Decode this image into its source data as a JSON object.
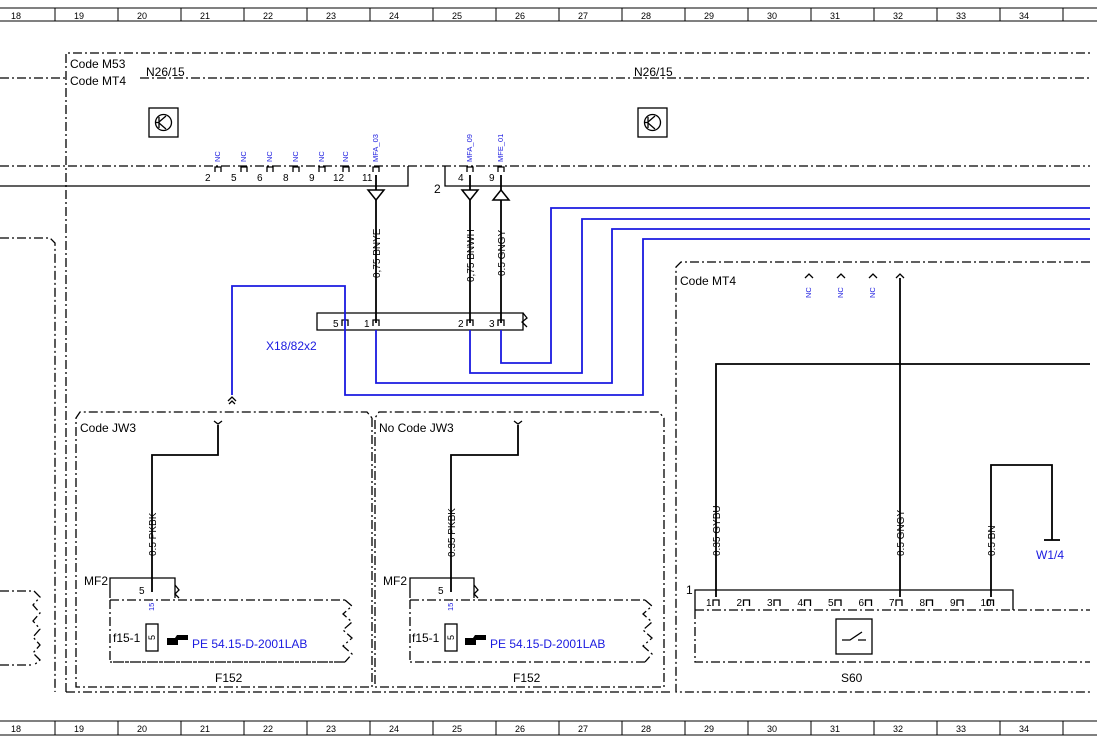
{
  "ruler": {
    "columns": [
      "18",
      "19",
      "20",
      "21",
      "22",
      "23",
      "24",
      "25",
      "26",
      "27",
      "28",
      "29",
      "30",
      "31",
      "32",
      "33",
      "34"
    ]
  },
  "codes": {
    "code_m53": "Code M53",
    "code_mt4": "Code MT4",
    "code_mt4_right": "Code MT4",
    "code_jw3": "Code JW3",
    "no_code_jw3": "No Code JW3"
  },
  "components": {
    "n26_left": "N26/15",
    "n26_right": "N26/15",
    "connector": "X18/82x2",
    "f152_left": "F152",
    "f152_right": "F152",
    "s60": "S60",
    "w1_4": "W1/4",
    "mf2_left": "MF2",
    "mf2_right": "MF2",
    "fuse_left": "f15-1",
    "fuse_right": "f15-1",
    "fuse_value": "5",
    "fuse_rating": "15",
    "ref_left": "PE 54.15-D-2001LAB",
    "ref_right": "PE 54.15-D-2001LAB"
  },
  "top_pins": {
    "nc": "NC",
    "mfa03": "MFA_03",
    "mfa09": "MFA_09",
    "mfe01": "MFE_01",
    "numbers_left": [
      "2",
      "5",
      "6",
      "8",
      "9",
      "12",
      "11"
    ],
    "numbers_right": [
      "4",
      "9"
    ],
    "label_2": "2"
  },
  "wires": {
    "w1": "0,75 BNYE",
    "w2": "0,75 BNWH",
    "w3": "0.5 GNGY",
    "w4": "0.5 PKBK",
    "w5": "0.35 PKBK",
    "w6": "0.35 GYBU",
    "w7": "0.5 GNGY",
    "w8": "0.5 BN"
  },
  "x18_pins": [
    "5",
    "1",
    "2",
    "3"
  ],
  "f152_pin": "5",
  "s60_pins": [
    "1",
    "2",
    "3",
    "4",
    "5",
    "6",
    "7",
    "8",
    "9",
    "10"
  ],
  "s60_label_1": "1",
  "mt4_nc": "NC",
  "colors": {
    "blue": "#1a1ae0",
    "black": "#000000"
  }
}
